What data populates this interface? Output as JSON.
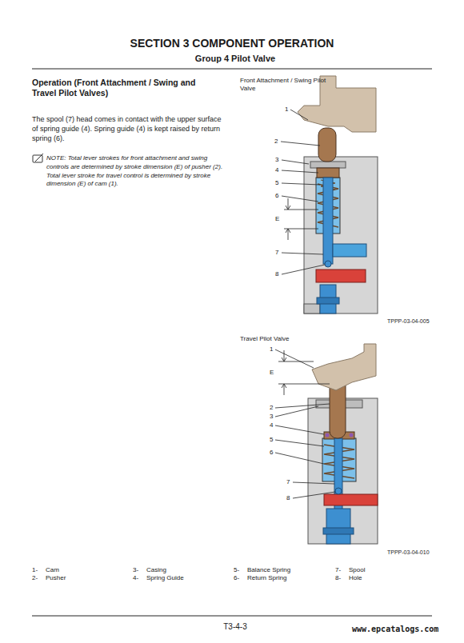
{
  "diagram": {
    "title": "SECTION 3 COMPONENT OPERATION",
    "labels": [
      "Group 4 Pilot Valve",
      "Operation (Front Attachment / Swing and Travel Pilot Valves)",
      "The spool (7) head comes in contact with the upper surface of spring guide (4). Spring guide (4) is kept raised by return spring (6).",
      "NOTE: Total lever strokes for front attachment and swing controls are determined by stroke dimension (E) of pusher (2). Total lever stroke for travel control is determined by stroke dimension (E) of cam (1).",
      "Front Attachment / Swing Pilot Valve",
      "1",
      "2",
      "3",
      "4",
      "5",
      "6",
      "E",
      "7",
      "8",
      "TPPP-03-04-005",
      "Travel Pilot Valve",
      "1",
      "E",
      "2",
      "3",
      "4",
      "5",
      "6",
      "7",
      "8",
      "TPPP-03-04-010",
      "1-",
      "Cam",
      "2-",
      "Pusher",
      "3-",
      "Casing",
      "4-",
      "Spring Guide",
      "5-",
      "Balance Spring",
      "6-",
      "Return Spring",
      "7-",
      "Spool",
      "8-",
      "Hole",
      "T3-4-3",
      "www.epcatalogs.com"
    ]
  }
}
